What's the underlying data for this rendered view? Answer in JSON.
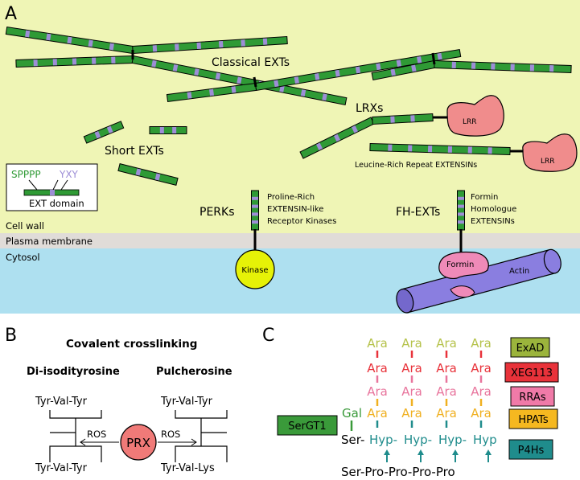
{
  "panel_a": {
    "letter": "A",
    "classical_exts": "Classical EXTs",
    "short_exts": "Short EXTs",
    "lrxs": "LRXs",
    "lrr": "LRR",
    "leucine_rich": "Leucine-Rich Repeat EXTENSINs",
    "perks": "PERKs",
    "perks_desc": [
      "Proline-Rich",
      "EXTENSIN-like",
      "Receptor Kinases"
    ],
    "fh_exts": "FH-EXTs",
    "fh_desc": [
      "Formin",
      "Homologue",
      "EXTENSINs"
    ],
    "kinase": "Kinase",
    "formin": "Formin",
    "actin": "Actin",
    "cell_wall": "Cell wall",
    "plasma_membrane": "Plasma membrane",
    "cytosol": "Cytosol",
    "legend": {
      "spppp": "SPPPP",
      "yxy": "YXY",
      "domain": "EXT domain"
    },
    "colors": {
      "wall": "#eff5b5",
      "membrane": "#e0dcd8",
      "cytosol": "#aee0f0",
      "ext_green": "#2f9a35",
      "ext_purple": "#9d8ed6",
      "lrr": "#f08c8c",
      "kinase": "#e6f207",
      "actin": "#8a7ee0",
      "formin": "#ef8ab8"
    }
  },
  "panel_b": {
    "letter": "B",
    "title": "Covalent crosslinking",
    "di_isodityrosine": "Di-isodityrosine",
    "pulcherosine": "Pulcherosine",
    "top_left": "Tyr-Val-Tyr",
    "bottom_left": "Tyr-Val-Tyr",
    "top_right": "Tyr-Val-Tyr",
    "bottom_right": "Tyr-Val-Lys",
    "ros_left": "ROS",
    "ros_right": "ROS",
    "prx": "PRX"
  },
  "panel_c": {
    "letter": "C",
    "ara": "Ara",
    "gal": "Gal",
    "ser": "Ser-",
    "hyp_chain": [
      "Hyp-",
      "Hyp-",
      "Hyp-",
      "Hyp"
    ],
    "bottom_seq": "Ser-Pro-Pro-Pro-Pro",
    "sergt1": "SerGT1",
    "enzymes": [
      "ExAD",
      "XEG113",
      "RRAs",
      "HPATs",
      "P4Hs"
    ],
    "colors": {
      "ara_top": "#b5c24a",
      "ara_red": "#e8323a",
      "ara_pink": "#e8749c",
      "ara_orange": "#f0b020",
      "hyp": "#1f8c8c",
      "gal": "#3a9a3a",
      "exad": "#9bb43c",
      "xeg113": "#e8323a",
      "rras": "#f07aa8",
      "hpats": "#f5b820",
      "p4hs": "#1f8c8c",
      "sergt1": "#3a9a3a"
    }
  }
}
